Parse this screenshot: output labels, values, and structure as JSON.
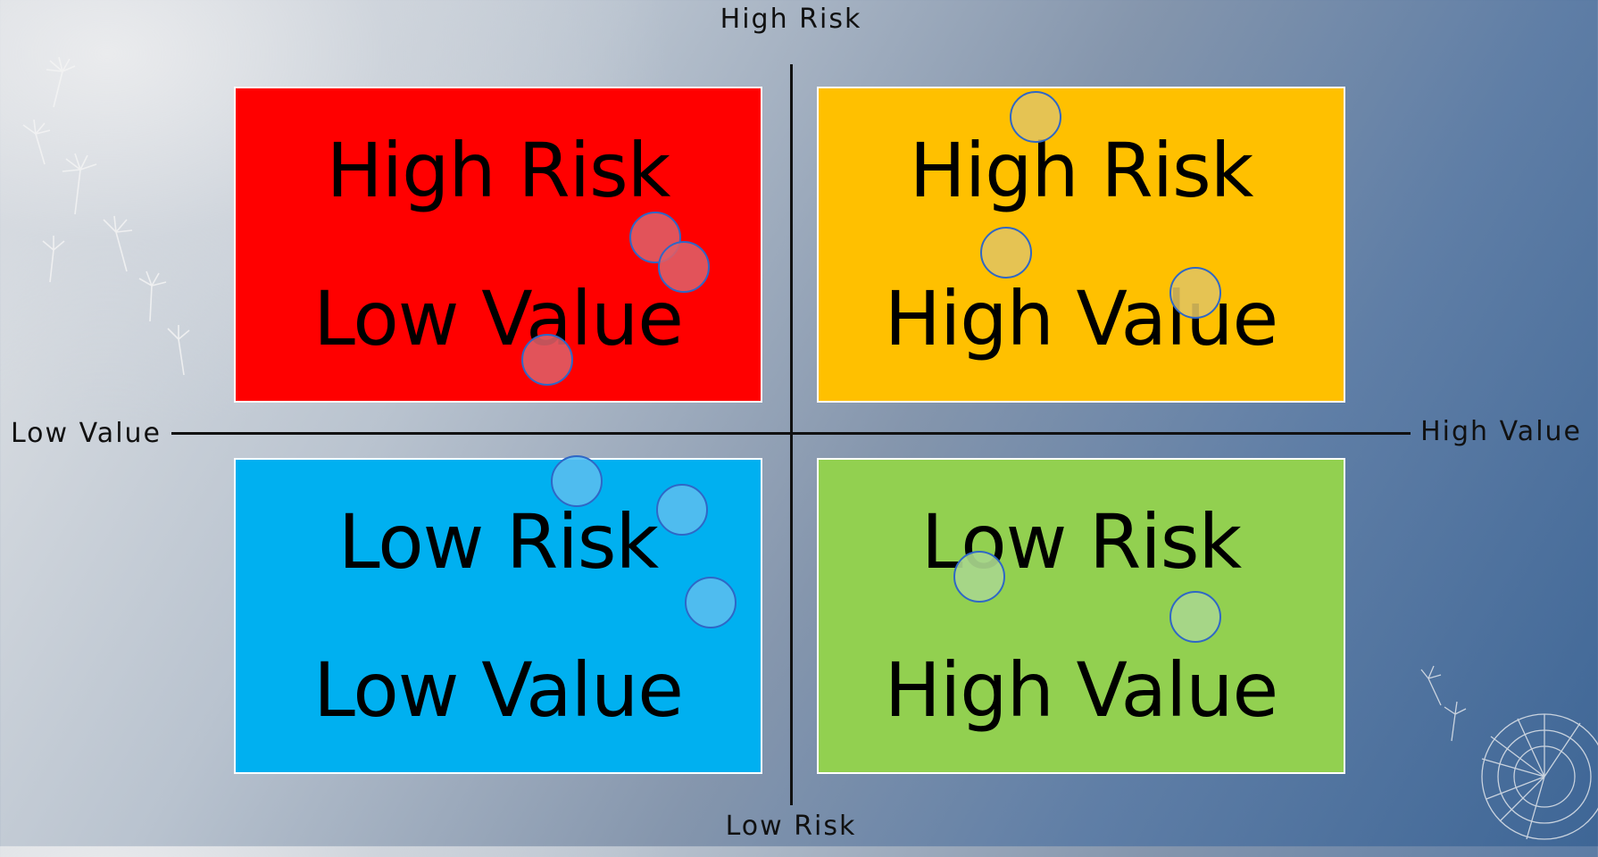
{
  "axes": {
    "top": "High Risk",
    "bottom": "Low Risk",
    "left": "Low Value",
    "right": "High Value"
  },
  "quadrants": [
    {
      "id": "top-left",
      "line1": "High Risk",
      "line2": "Low Value",
      "color": "#ff0000"
    },
    {
      "id": "top-right",
      "line1": "High Risk",
      "line2": "High Value",
      "color": "#ffc000"
    },
    {
      "id": "bottom-left",
      "line1": "Low Risk",
      "line2": "Low Value",
      "color": "#00b0f0"
    },
    {
      "id": "bottom-right",
      "line1": "Low Risk",
      "line2": "High Value",
      "color": "#92d050"
    }
  ],
  "colors": {
    "marker_border": "#2f67c6",
    "axis": "#111111",
    "box_border": "#ffffff"
  }
}
